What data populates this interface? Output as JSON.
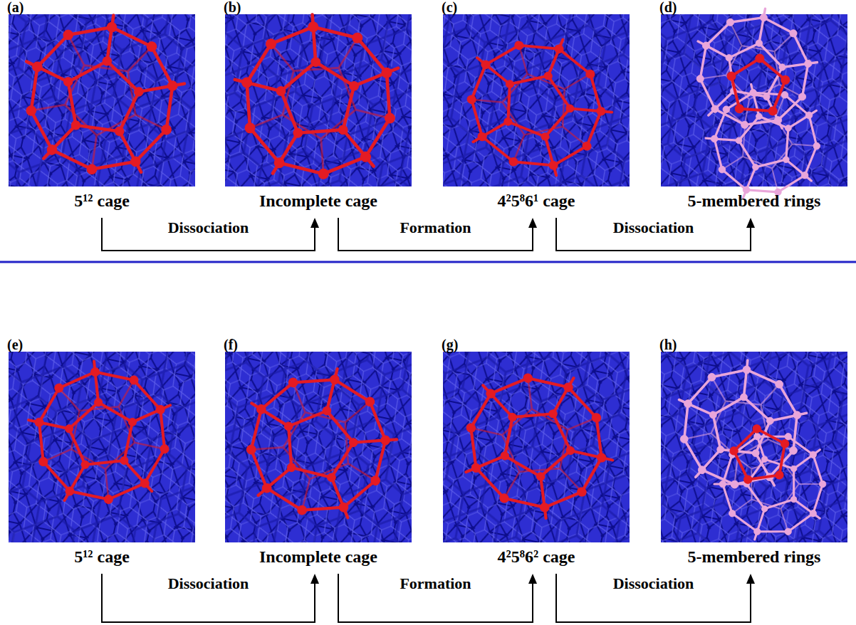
{
  "diagram": {
    "nodes": [
      {
        "text": [
          "(a)",
          "5¹² cage"
        ]
      },
      {
        "text": [
          "(b)",
          "Incomplete cage"
        ]
      },
      {
        "text": [
          "(c)",
          "4²5⁸6¹ cage"
        ]
      },
      {
        "text": [
          "(d)",
          "5-membered rings"
        ]
      },
      {
        "text": [
          "(e)",
          "5¹² cage"
        ]
      },
      {
        "text": [
          "(f)",
          "Incomplete cage"
        ]
      },
      {
        "text": [
          "(g)",
          "4²5⁸6² cage"
        ]
      },
      {
        "text": [
          "(h)",
          "5-membered rings"
        ]
      }
    ],
    "edges": [
      {
        "from": 0,
        "to": 1,
        "arrow": "to",
        "label": "Dissociation"
      },
      {
        "from": 1,
        "to": 2,
        "arrow": "to",
        "label": "Formation"
      },
      {
        "from": 2,
        "to": 3,
        "arrow": "to",
        "label": "Dissociation"
      },
      {
        "from": 4,
        "to": 5,
        "arrow": "to",
        "label": "Dissociation"
      },
      {
        "from": 5,
        "to": 6,
        "arrow": "to",
        "label": "Formation"
      },
      {
        "from": 6,
        "to": 7,
        "arrow": "to",
        "label": "Dissociation"
      }
    ]
  }
}
